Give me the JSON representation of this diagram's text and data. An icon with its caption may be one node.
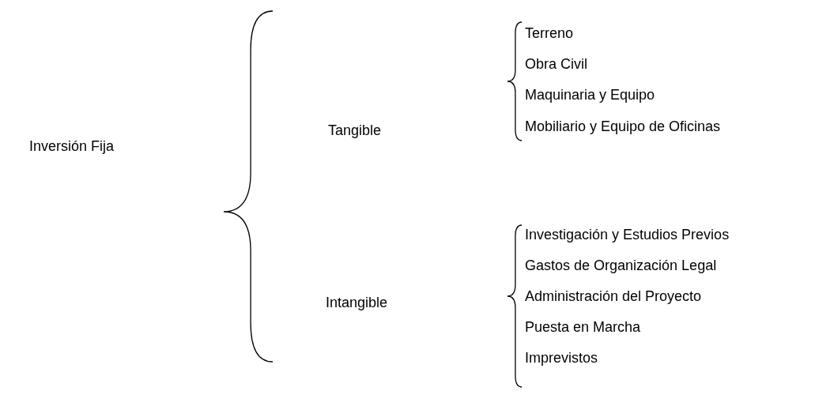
{
  "diagram": {
    "labels": [
      "Inversión Fija",
      "Tangible",
      "Terreno",
      "Obra Civil",
      "Maquinaria y Equipo",
      "Mobiliario y Equipo de Oficinas",
      "Intangible",
      "Investigación y Estudios Previos",
      "Gastos de Organización Legal",
      "Administración del Proyecto",
      "Puesta en Marcha",
      "Imprevistos"
    ]
  }
}
